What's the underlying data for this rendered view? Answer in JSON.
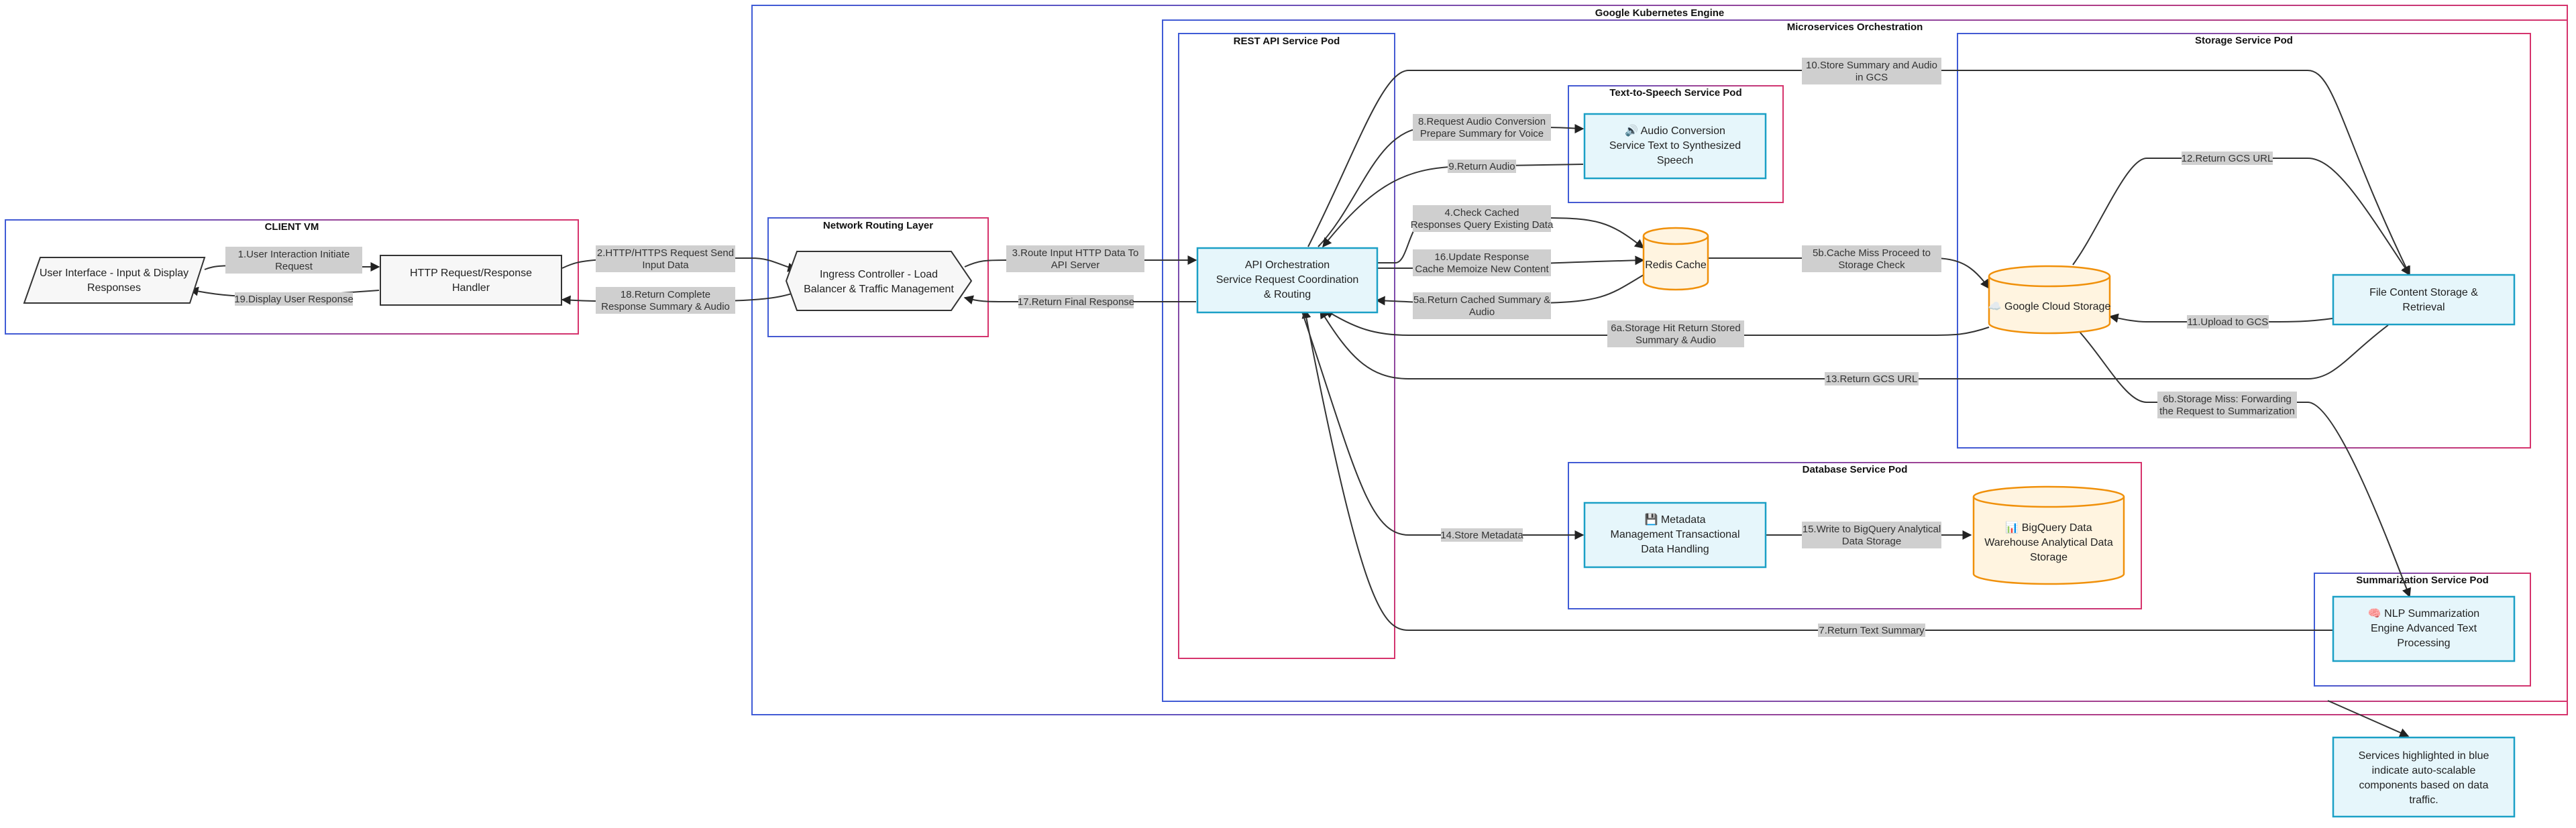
{
  "groups": {
    "gke": "Google Kubernetes Engine",
    "micro": "Microservices Orchestration",
    "client": "CLIENT VM",
    "routing": "Network Routing Layer",
    "rest": "REST API Service Pod",
    "tts": "Text-to-Speech Service Pod",
    "storage": "Storage Service Pod",
    "db": "Database Service Pod",
    "summ": "Summarization Service Pod"
  },
  "nodes": {
    "ui": [
      "User Interface - Input & Display",
      "Responses"
    ],
    "http": [
      "HTTP Request/Response",
      "Handler"
    ],
    "ingress": [
      "Ingress Controller - Load",
      "Balancer & Traffic Management"
    ],
    "api": [
      "API Orchestration",
      "Service Request Coordination",
      "& Routing"
    ],
    "audio": [
      "🔊 Audio Conversion",
      "Service Text to Synthesized",
      "Speech"
    ],
    "redis": [
      "Redis Cache"
    ],
    "gcs": [
      "☁️ Google Cloud Storage"
    ],
    "filestore": [
      "File Content Storage &",
      "Retrieval"
    ],
    "metadata": [
      "💾 Metadata",
      "Management Transactional",
      "Data Handling"
    ],
    "bigquery": [
      "📊 BigQuery Data",
      "Warehouse Analytical Data",
      "Storage"
    ],
    "nlp": [
      "🧠 NLP Summarization",
      "Engine Advanced Text",
      "Processing"
    ],
    "note": [
      "Services highlighted in blue",
      "indicate auto-scalable",
      "components based on data",
      "traffic."
    ]
  },
  "edges": {
    "e1": [
      "1.User Interaction Initiate",
      "Request"
    ],
    "e2": [
      "2.HTTP/HTTPS Request Send",
      "Input Data"
    ],
    "e3": [
      "3.Route Input HTTP Data To",
      "API Server"
    ],
    "e4": [
      "4.Check Cached",
      "Responses Query Existing Data"
    ],
    "e5a": [
      "5a.Return Cached Summary &",
      "Audio"
    ],
    "e5b": [
      "5b.Cache Miss Proceed to",
      "Storage Check"
    ],
    "e6a": [
      "6a.Storage Hit Return Stored",
      "Summary & Audio"
    ],
    "e6b": [
      "6b.Storage Miss: Forwarding",
      "the Request to Summarization"
    ],
    "e7": [
      "7.Return Text Summary"
    ],
    "e8": [
      "8.Request Audio Conversion",
      "Prepare Summary for Voice"
    ],
    "e9": [
      "9.Return Audio"
    ],
    "e10": [
      "10.Store Summary and Audio",
      "in GCS"
    ],
    "e11": [
      "11.Upload to GCS"
    ],
    "e12": [
      "12.Return GCS URL"
    ],
    "e13": [
      "13.Return GCS URL"
    ],
    "e14": [
      "14.Store Metadata"
    ],
    "e15": [
      "15.Write to BigQuery Analytical",
      "Data Storage"
    ],
    "e16": [
      "16.Update Response",
      "Cache Memoize New Content"
    ],
    "e17": [
      "17.Return Final Response"
    ],
    "e18": [
      "18.Return Complete",
      "Response Summary & Audio"
    ],
    "e19": [
      "19.Display User Response"
    ]
  },
  "colors": {
    "group_blue": "#3f5bd6",
    "group_pink": "#d6336c",
    "node_blue_fill": "#e6f6fb",
    "node_blue_stroke": "#1ba0c6",
    "db_fill": "#fff4e0",
    "db_stroke": "#f0900a",
    "node_gray_fill": "#f7f7f7",
    "node_gray_stroke": "#333333",
    "label_bg": "#cfcfcf"
  }
}
